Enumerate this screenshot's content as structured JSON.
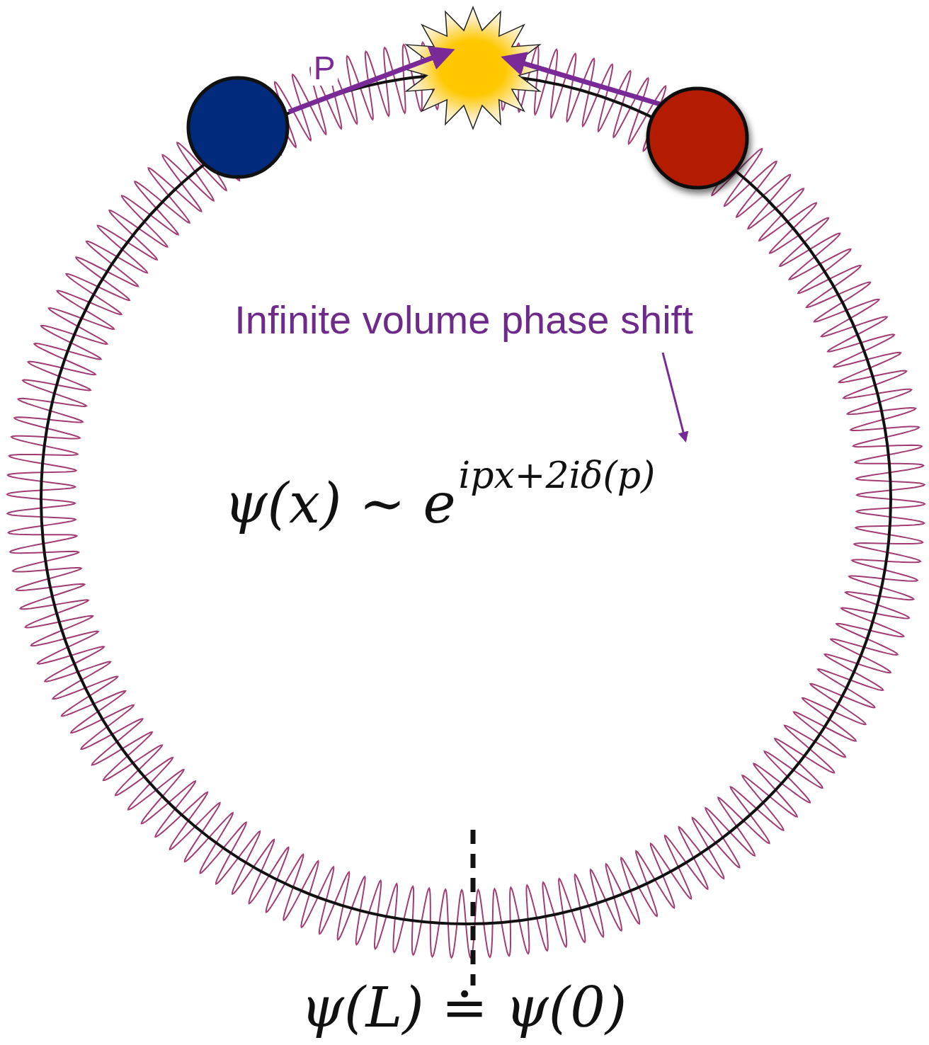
{
  "diagram": {
    "labels": [
      "P",
      "Infinite volume phase shift",
      "ψ(x) ∼ e",
      "ipx+2iδ(p)",
      "ψ(L) ≐ ψ(0)"
    ]
  }
}
